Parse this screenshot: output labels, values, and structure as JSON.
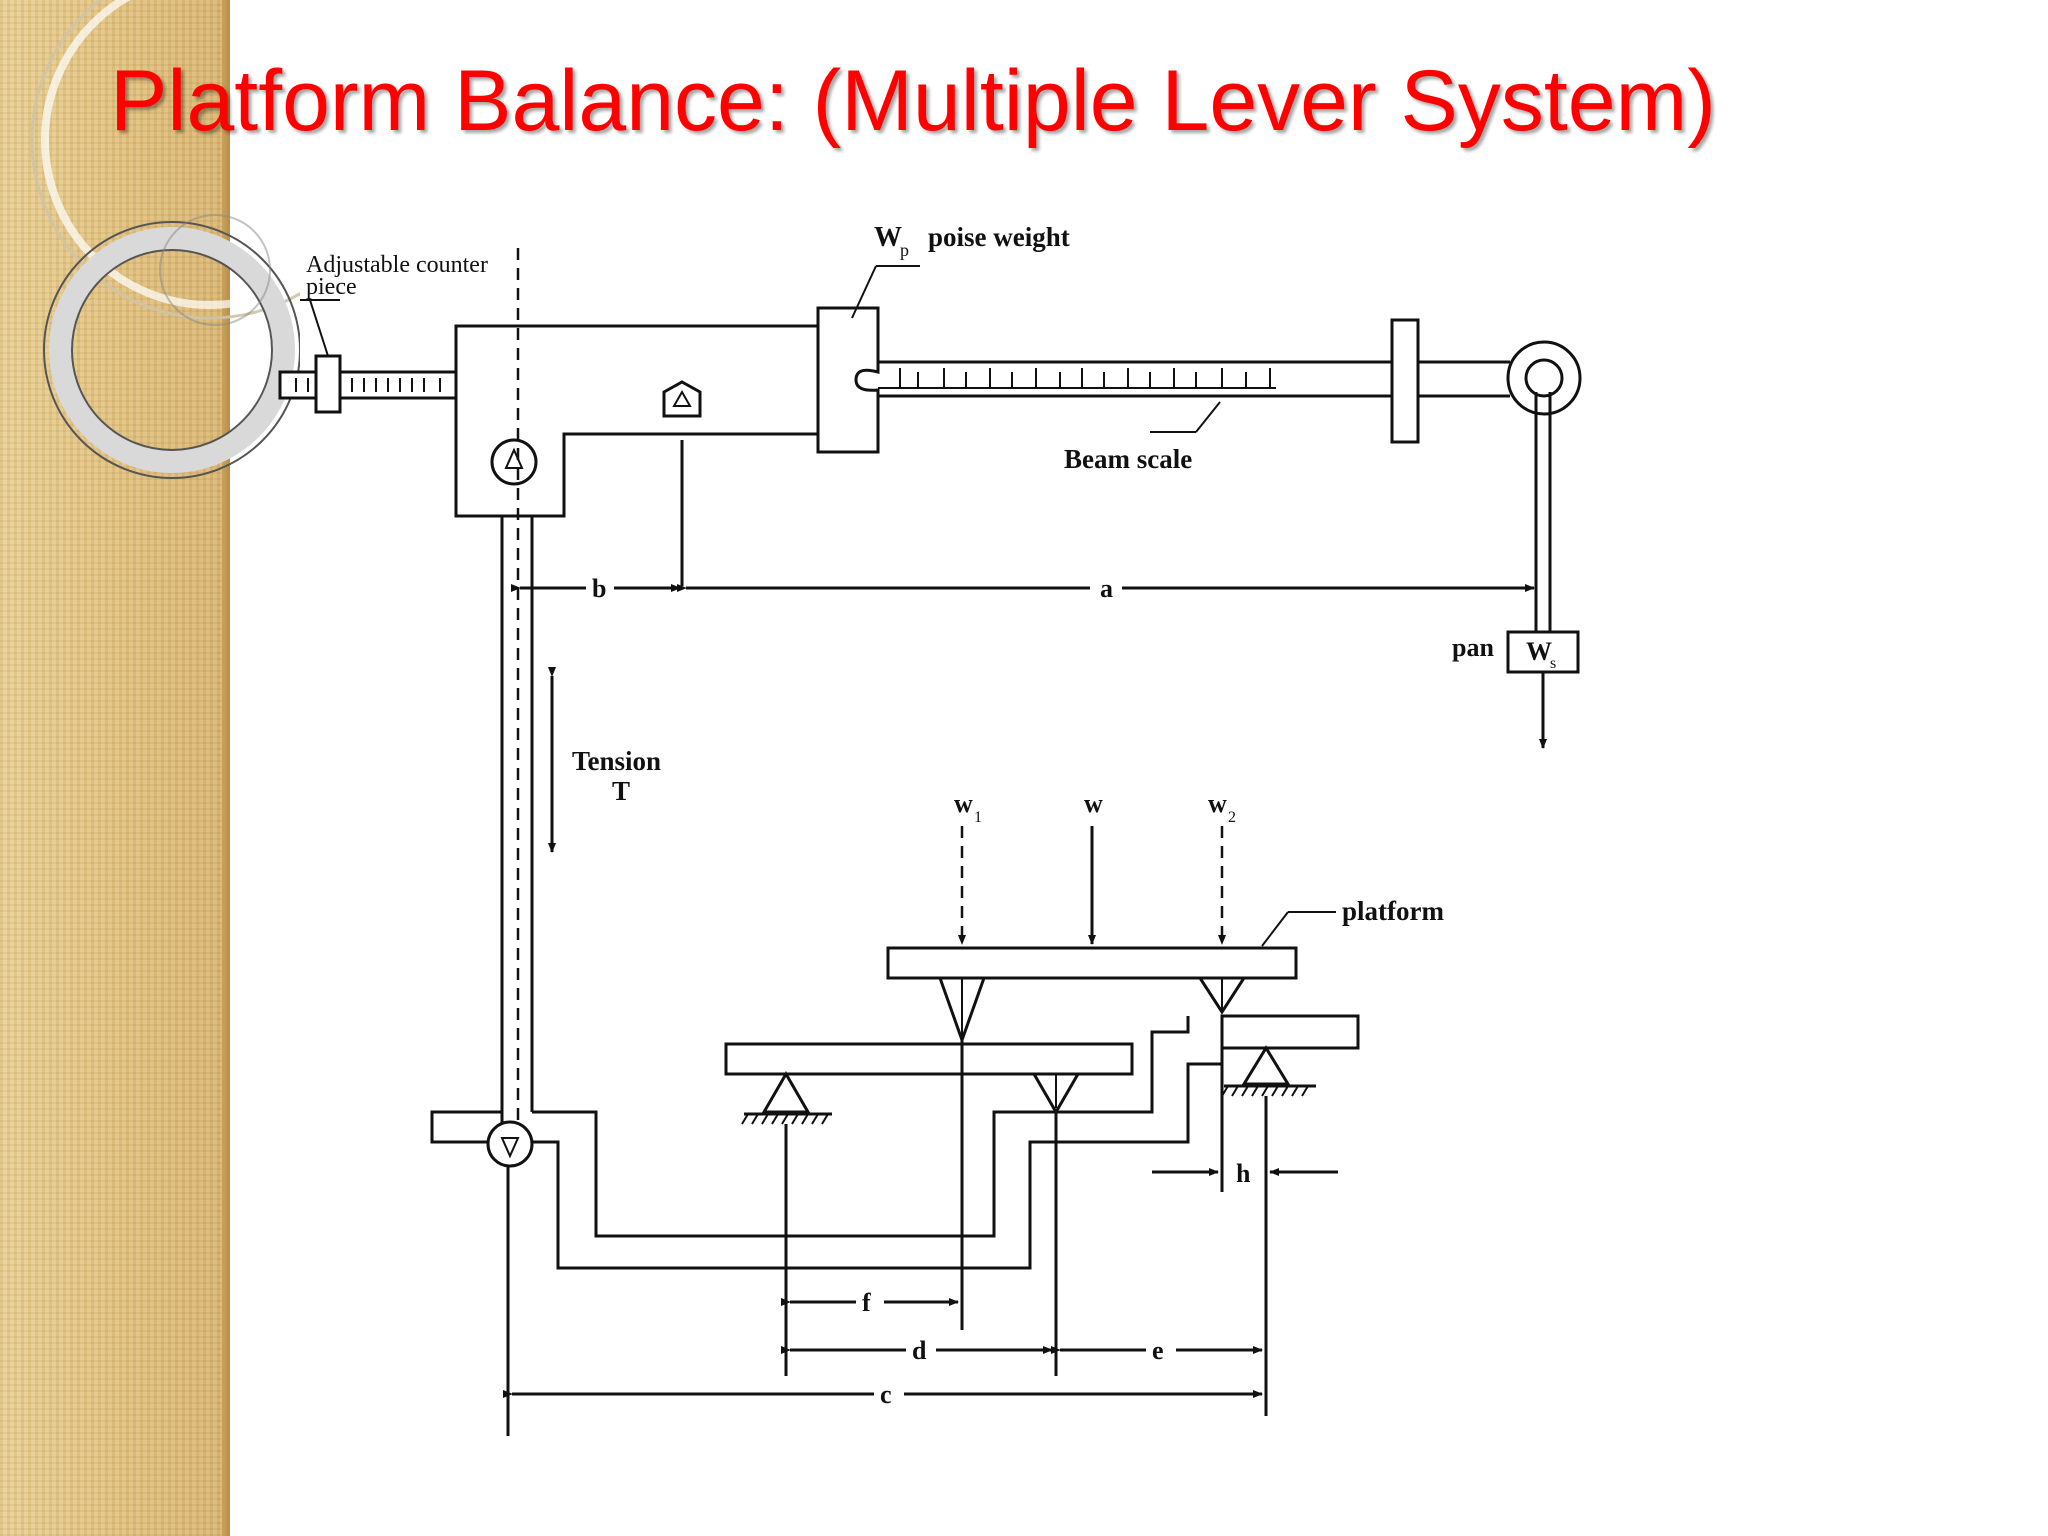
{
  "slide": {
    "title": "Platform Balance: (Multiple Lever System)"
  },
  "diagram": {
    "labels": {
      "counter_piece": "Adjustable counter",
      "counter_piece_2": "piece",
      "poise_W": "W",
      "poise_sub": "p",
      "poise_text": "poise weight",
      "beam_scale": "Beam scale",
      "b": "b",
      "a": "a",
      "pan": "pan",
      "ws_W": "W",
      "ws_sub": "s",
      "tension": "Tension",
      "tension_T": "T",
      "w1": "w",
      "w1_sub": "1",
      "w": "w",
      "w2": "w",
      "w2_sub": "2",
      "platform": "platform",
      "h": "h",
      "f": "f",
      "d": "d",
      "e": "e",
      "c": "c"
    }
  },
  "colors": {
    "title": "#ff0000",
    "sidebar": "#e2c27f",
    "ink": "#111111"
  }
}
